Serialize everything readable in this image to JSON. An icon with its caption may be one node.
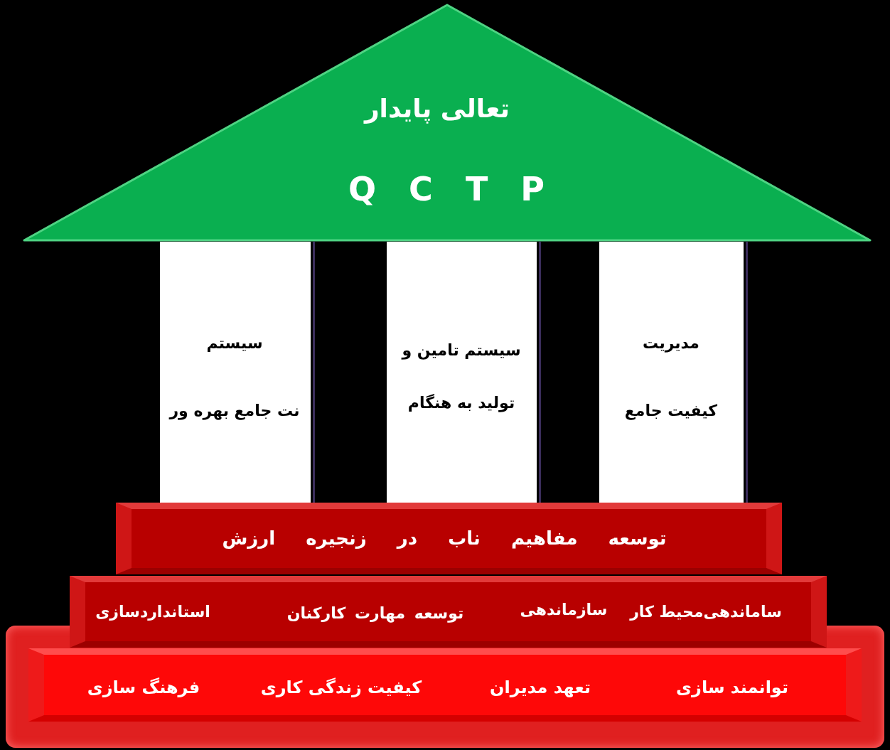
{
  "diagram": {
    "nodes": [
      {
        "text": [
          "تعالی پایدار",
          "Q C T P"
        ]
      },
      {
        "text": [
          "مدیریت",
          "کیفیت جامع"
        ]
      },
      {
        "text": [
          "سیستم تامین و",
          "تولید به هنگام"
        ]
      },
      {
        "text": [
          "سیستم",
          "نت جامع بهره ور"
        ]
      },
      {
        "text": [
          "توسعه مفاهیم ناب در زنجیره ارزش"
        ]
      },
      {
        "text": [
          "ساماندهی‌محیط کار",
          "سازماندهی",
          "توسعه مهارت کارکنان",
          "استانداردسازی"
        ]
      },
      {
        "text": [
          "توانمند سازی",
          "تعهد مدیران",
          "کیفیت زندگی کاری",
          "فرهنگ سازی"
        ]
      }
    ]
  }
}
